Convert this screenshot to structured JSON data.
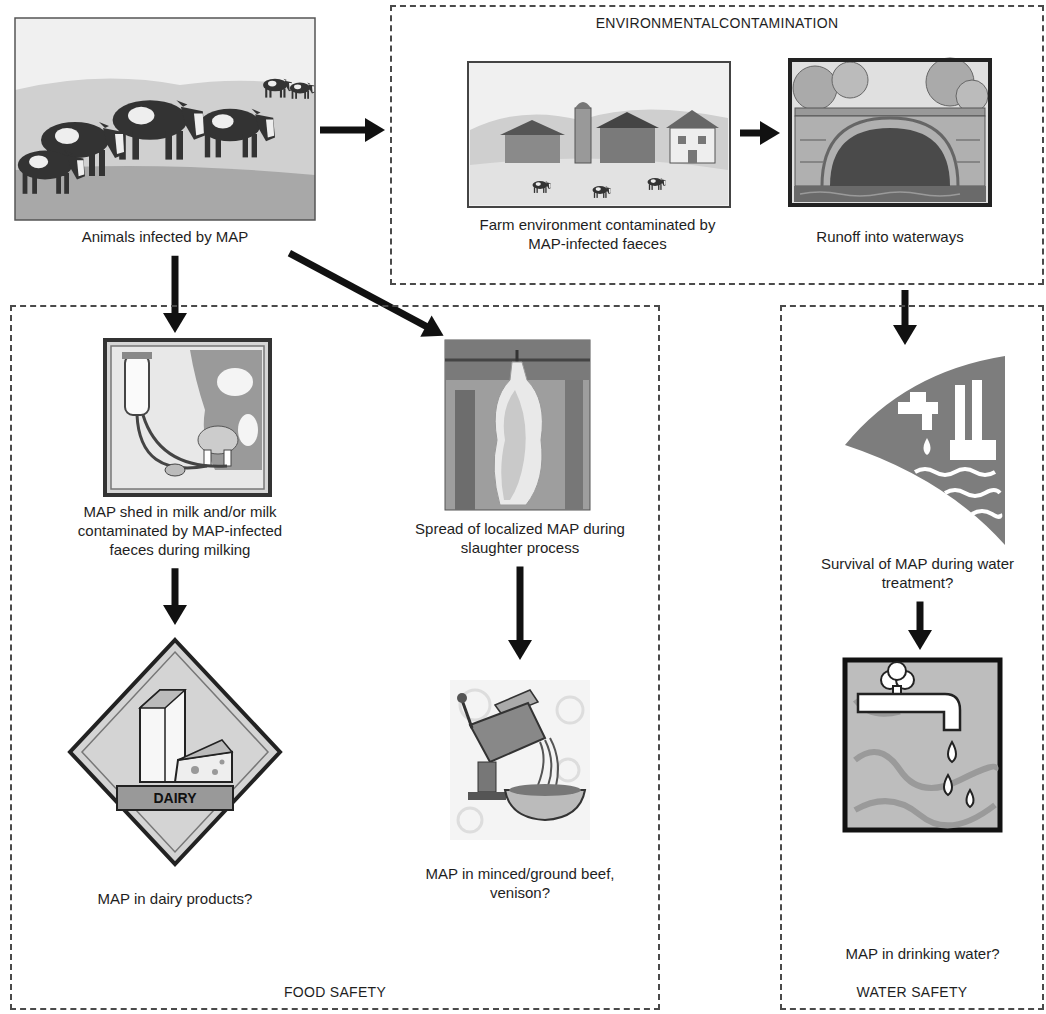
{
  "diagram": {
    "nodes": [
      {
        "text": [
          "Animals infected by MAP"
        ]
      },
      {
        "text": [
          "ENVIRONMENTALCONTAMINATION"
        ]
      },
      {
        "text": [
          "Farm environment contaminated by MAP-infected faeces"
        ],
        "in": 1
      },
      {
        "text": [
          "Runoff into waterways"
        ],
        "in": 1
      },
      {
        "text": [
          "FOOD SAFETY"
        ]
      },
      {
        "text": [
          "MAP shed in milk and/or milk contaminated by MAP-infected faeces during milking"
        ],
        "in": 4
      },
      {
        "text": [
          "Spread of localized MAP during slaughter process"
        ],
        "in": 4
      },
      {
        "text": [
          "MAP in dairy products?"
        ],
        "in": 4
      },
      {
        "text": [
          "MAP in minced/ground beef, venison?"
        ],
        "in": 4
      },
      {
        "text": [
          "WATER SAFETY"
        ]
      },
      {
        "text": [
          "Survival of MAP during water treatment?"
        ],
        "in": 9
      },
      {
        "text": [
          "MAP in drinking water?"
        ],
        "in": 9
      }
    ],
    "edges": [
      {
        "from": 0,
        "to": 1,
        "arrow": "to"
      },
      {
        "from": 2,
        "to": 3,
        "arrow": "to"
      },
      {
        "from": 0,
        "to": 5,
        "arrow": "to"
      },
      {
        "from": 0,
        "to": 6,
        "arrow": "to"
      },
      {
        "from": 1,
        "to": 10,
        "arrow": "to"
      },
      {
        "from": 5,
        "to": 7,
        "arrow": "to"
      },
      {
        "from": 6,
        "to": 8,
        "arrow": "to"
      },
      {
        "from": 10,
        "to": 11,
        "arrow": "to"
      }
    ],
    "labels": [
      "DAIRY"
    ]
  }
}
